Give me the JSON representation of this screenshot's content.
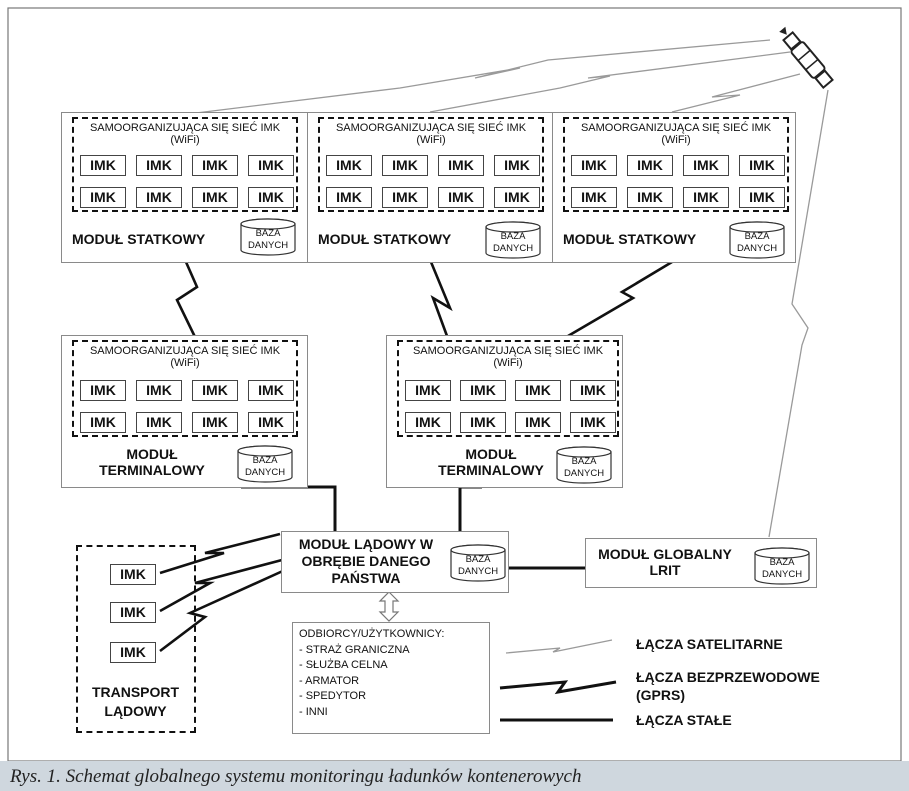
{
  "net_title": "SAMOORGANIZUJĄCA SIĘ SIEĆ IMK",
  "net_sub": "(WiFi)",
  "imk_label": "IMK",
  "db_top": "BAZA",
  "db_bottom": "DANYCH",
  "ship_label": "MODUŁ STATKOWY",
  "terminal_label_1": "MODUŁ",
  "terminal_label_2": "TERMINALOWY",
  "land_module": [
    "MODUŁ LĄDOWY W",
    "OBRĘBIE DANEGO",
    "PAŃSTWA"
  ],
  "global_module": [
    "MODUŁ GLOBALNY",
    "LRIT"
  ],
  "land_transport": [
    "TRANSPORT",
    "LĄDOWY"
  ],
  "users": {
    "title": "ODBIORCY/UŻYTKOWNICY:",
    "items": [
      "- STRAŻ GRANICZNA",
      "- SŁUŻBA CELNA",
      "- ARMATOR",
      "- SPEDYTOR",
      "- INNI"
    ]
  },
  "legend": {
    "satellite": "ŁĄCZA SATELITARNE",
    "wireless_1": "ŁĄCZA BEZPRZEWODOWE",
    "wireless_2": "(GPRS)",
    "fixed": "ŁĄCZA STAŁE"
  },
  "caption": "Rys. 1. Schemat globalnego systemu monitoringu ładunków kontenerowych",
  "colors": {
    "caption_bg": "#cfd7de",
    "line": "#111111",
    "satellite_line": "#9a9a9a"
  }
}
